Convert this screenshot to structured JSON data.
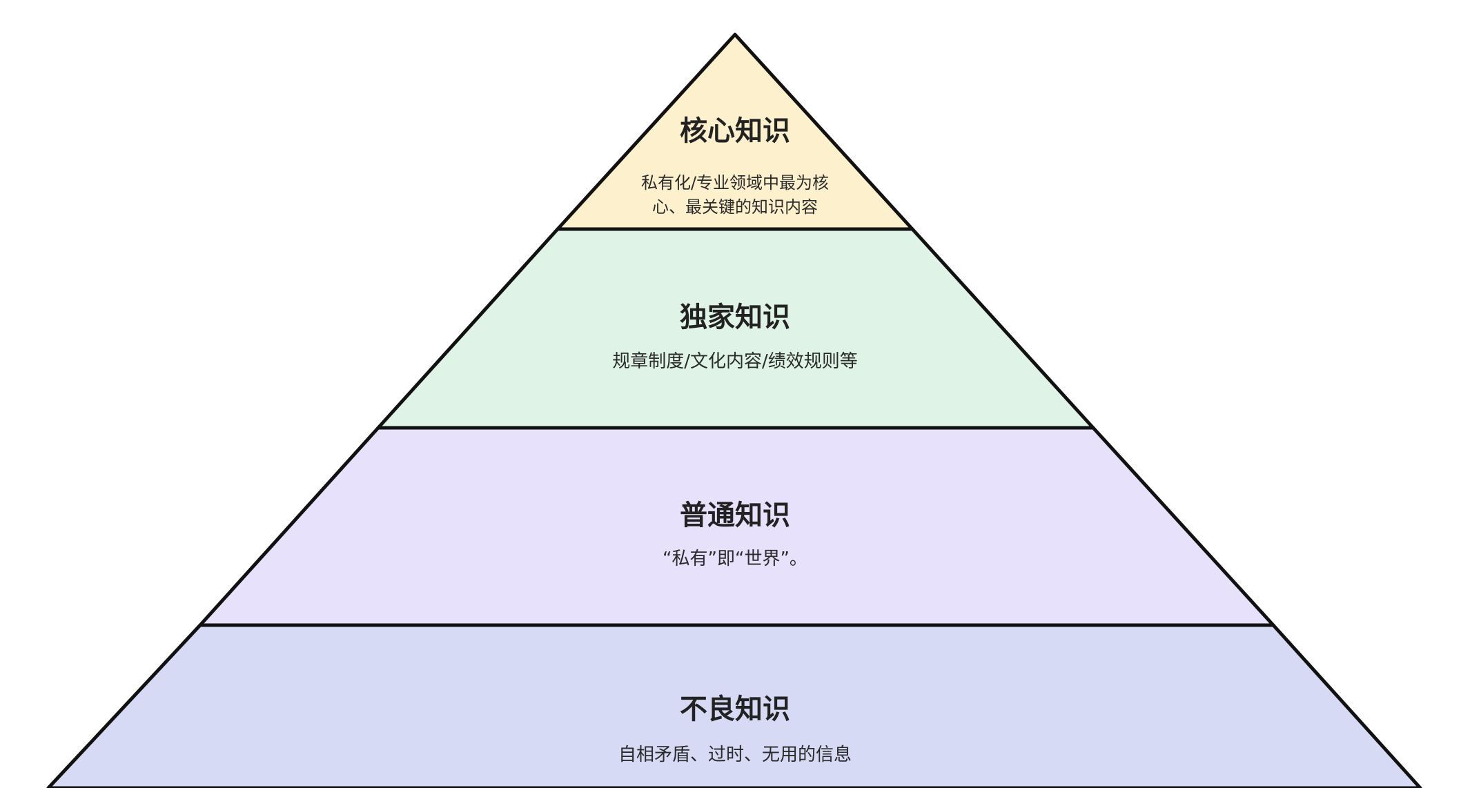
{
  "pyramid": {
    "layers": [
      {
        "title": "核心知识",
        "desc_line1": "私有化/专业领域中最为核",
        "desc_line2": "心、最关键的知识内容",
        "color": "#fdf1cd"
      },
      {
        "title": "独家知识",
        "desc": "规章制度/文化内容/绩效规则等",
        "color": "#dff4e6"
      },
      {
        "title": "普通知识",
        "desc": "“私有”即“世界”。",
        "color": "#e8e1fc"
      },
      {
        "title": "不良知识",
        "desc": "自相矛盾、过时、无用的信息",
        "color": "#d6daf4"
      }
    ],
    "outline_color": "#111111"
  }
}
